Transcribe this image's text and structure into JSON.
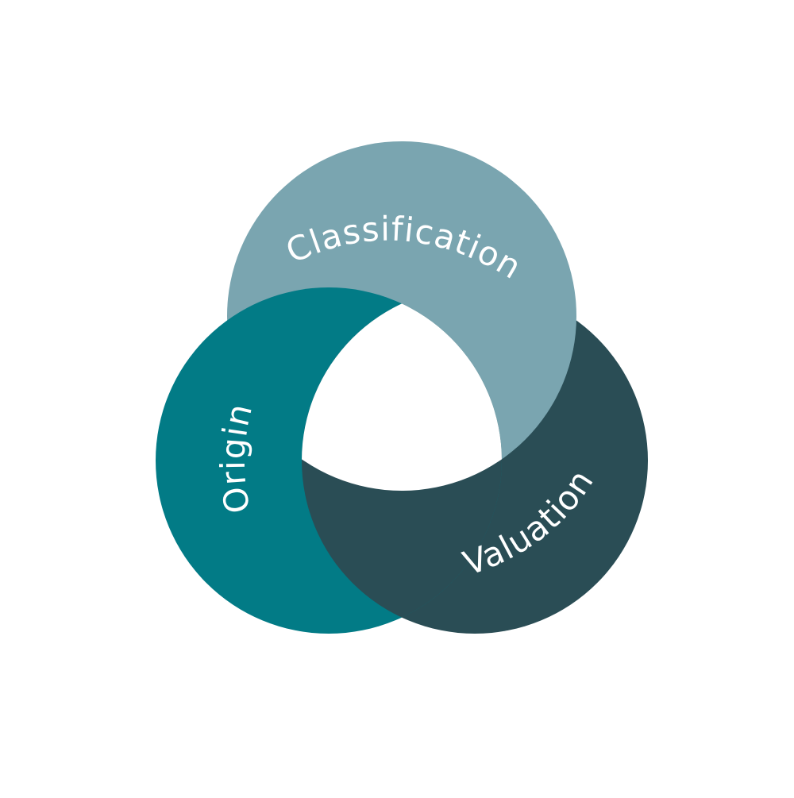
{
  "diagram": {
    "circles": [
      {
        "label": "Classification",
        "color": "#7aa5b0"
      },
      {
        "label": "Origin",
        "color": "#027b86"
      },
      {
        "label": "Valuation",
        "color": "#2a4d55"
      }
    ],
    "center_color": "#ffffff"
  }
}
